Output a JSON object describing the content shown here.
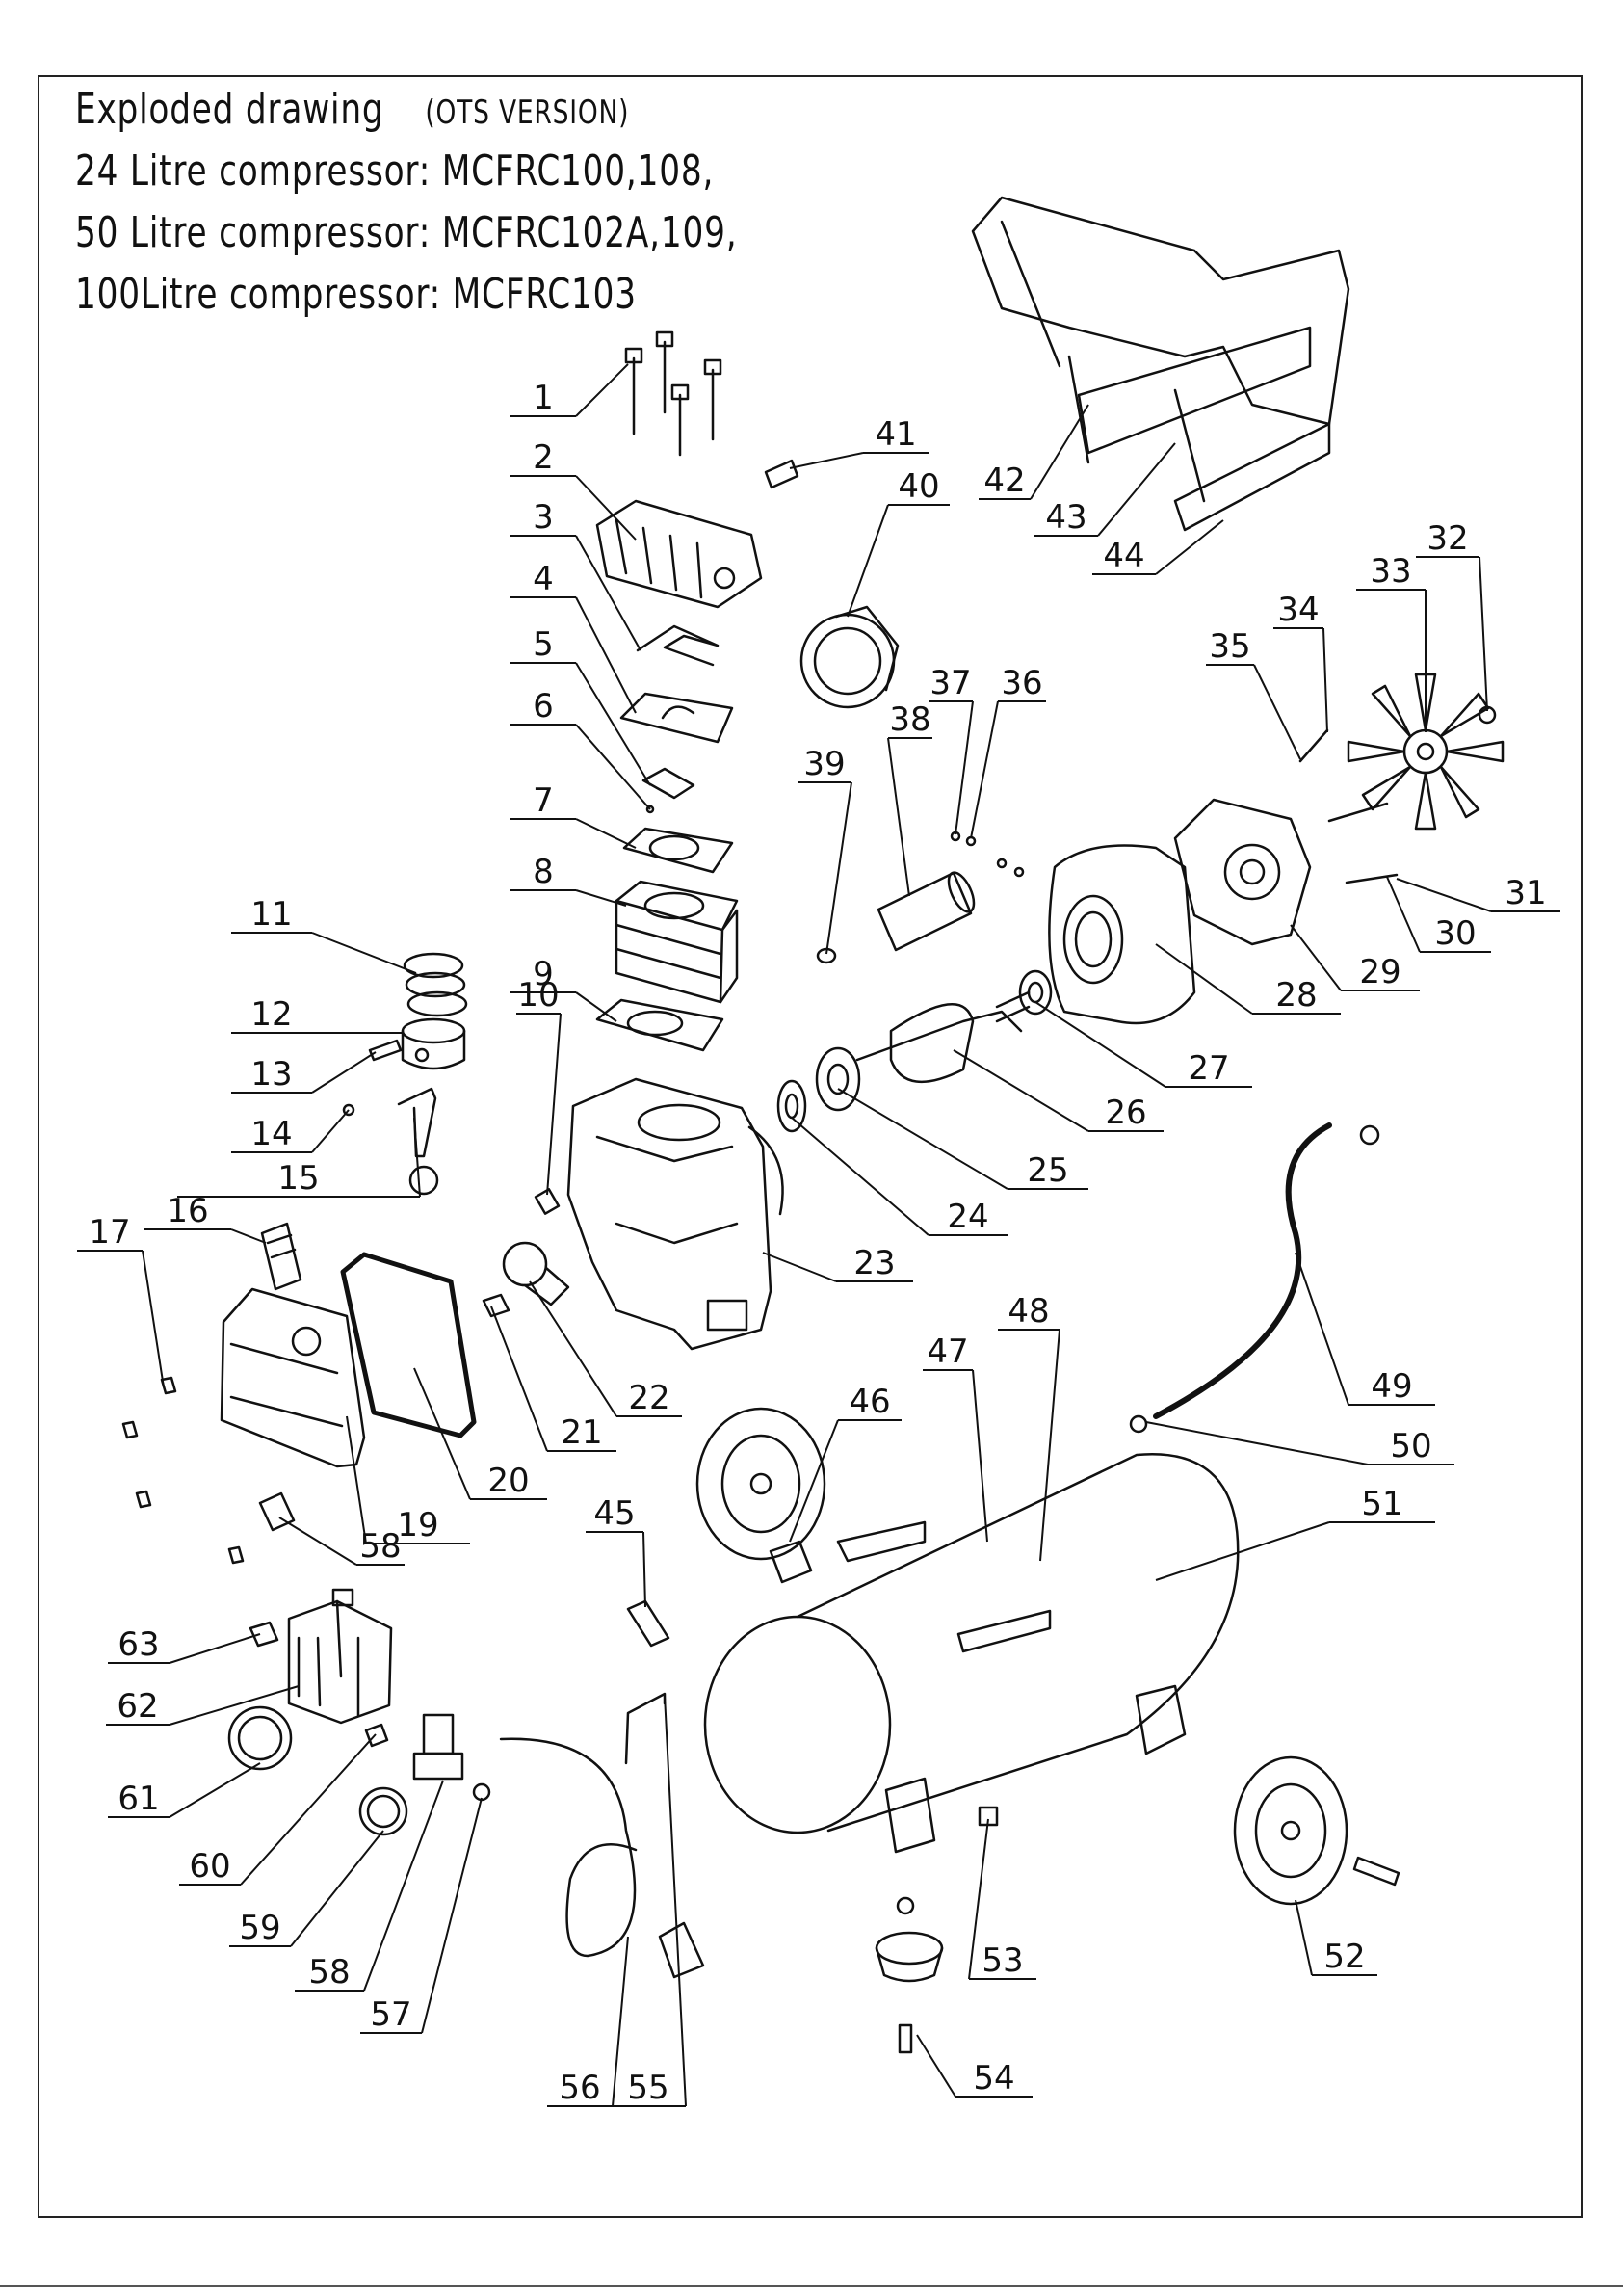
{
  "title": {
    "line1": "Exploded drawing",
    "line1_note": "(OTS VERSION)",
    "line2": "24 Litre compressor: MCFRC100,108,",
    "line3": "50 Litre compressor: MCFRC102A,109,",
    "line4": "100Litre compressor: MCFRC103"
  },
  "callouts": [
    "1",
    "2",
    "3",
    "4",
    "5",
    "6",
    "7",
    "8",
    "9",
    "10",
    "11",
    "12",
    "13",
    "14",
    "15",
    "16",
    "17",
    "19",
    "20",
    "21",
    "22",
    "23",
    "24",
    "25",
    "26",
    "27",
    "28",
    "29",
    "30",
    "31",
    "32",
    "33",
    "34",
    "35",
    "36",
    "37",
    "38",
    "39",
    "40",
    "41",
    "42",
    "43",
    "44",
    "45",
    "46",
    "47",
    "48",
    "49",
    "50",
    "51",
    "52",
    "53",
    "54",
    "55",
    "56",
    "57",
    "58",
    "58",
    "59",
    "60",
    "61",
    "62",
    "63"
  ]
}
